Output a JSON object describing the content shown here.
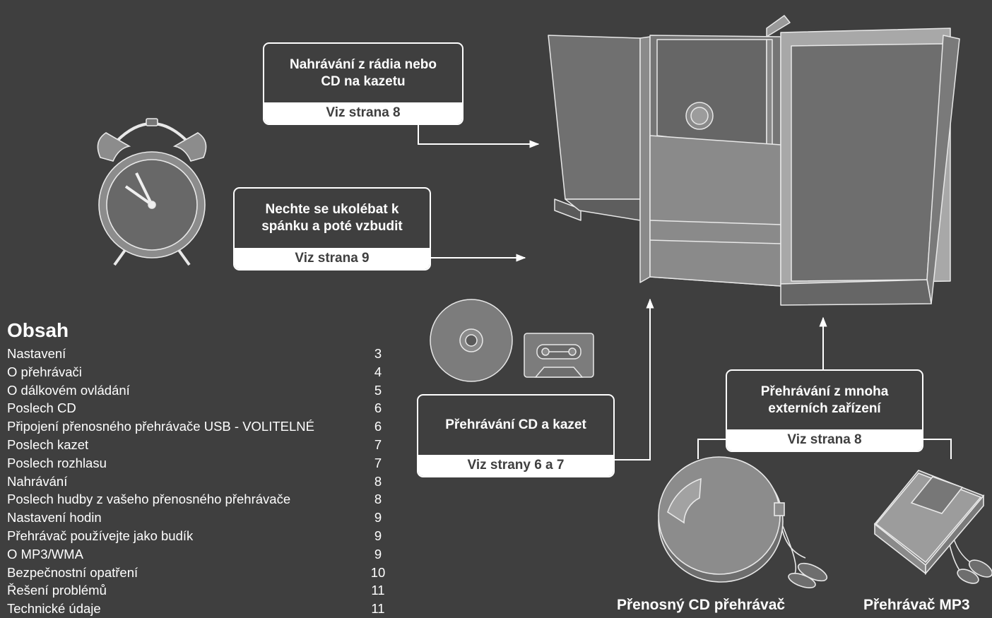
{
  "colors": {
    "background": "#3f3f3f",
    "line": "#ffffff",
    "device": "#6e6e6e"
  },
  "icons": [
    "alarm-clock-icon",
    "cd-disc-icon",
    "cassette-icon",
    "portable-cd-player-icon",
    "mp3-player-icon",
    "stereo-system-icon",
    "arrow-icon"
  ],
  "callouts": {
    "recording": {
      "text": "Nahrávání z rádia nebo\nCD na kazetu",
      "ref": "Viz strana 8"
    },
    "sleep": {
      "text": "Nechte se ukolébat k\nspánku a poté vzbudit",
      "ref": "Viz strana 9"
    },
    "playback": {
      "text": "Přehrávání CD a kazet",
      "ref": "Viz strany 6 a 7"
    },
    "external": {
      "text": "Přehrávání z mnoha\nexterních zařízení",
      "ref": "Viz strana 8"
    }
  },
  "toc": {
    "title": "Obsah",
    "items": [
      {
        "label": "Nastavení",
        "page": "3"
      },
      {
        "label": "O přehrávači",
        "page": "4"
      },
      {
        "label": "O dálkovém ovládání",
        "page": "5"
      },
      {
        "label": "Poslech CD",
        "page": "6"
      },
      {
        "label": "Připojení přenosného přehrávače USB - VOLITELNÉ",
        "page": "6"
      },
      {
        "label": "Poslech kazet",
        "page": "7"
      },
      {
        "label": "Poslech rozhlasu",
        "page": "7"
      },
      {
        "label": "Nahrávání",
        "page": "8"
      },
      {
        "label": "Poslech hudby z vašeho přenosného přehrávače",
        "page": "8"
      },
      {
        "label": "Nastavení hodin",
        "page": "9"
      },
      {
        "label": "Přehrávač používejte jako budík",
        "page": "9"
      },
      {
        "label": "O MP3/WMA",
        "page": "9"
      },
      {
        "label": "Bezpečnostní opatření",
        "page": "10"
      },
      {
        "label": "Řešení problémů",
        "page": "11"
      },
      {
        "label": "Technické údaje",
        "page": "11"
      }
    ]
  },
  "captions": {
    "portable_cd": "Přenosný CD přehrávač",
    "mp3": "Přehrávač MP3"
  }
}
